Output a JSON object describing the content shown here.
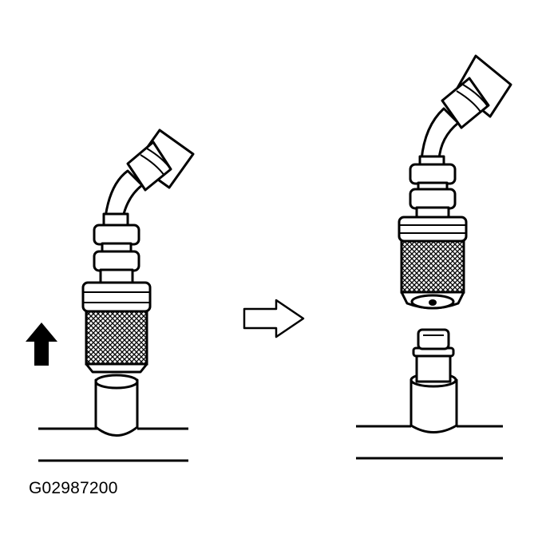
{
  "figure": {
    "caption": "G02987200",
    "colors": {
      "ink": "#000000",
      "paper": "#ffffff"
    },
    "panels": [
      {
        "id": "connected",
        "indicator": "arrow-up-icon"
      },
      {
        "id": "disconnected"
      }
    ],
    "transition_indicator": "arrow-right-outline-icon"
  }
}
